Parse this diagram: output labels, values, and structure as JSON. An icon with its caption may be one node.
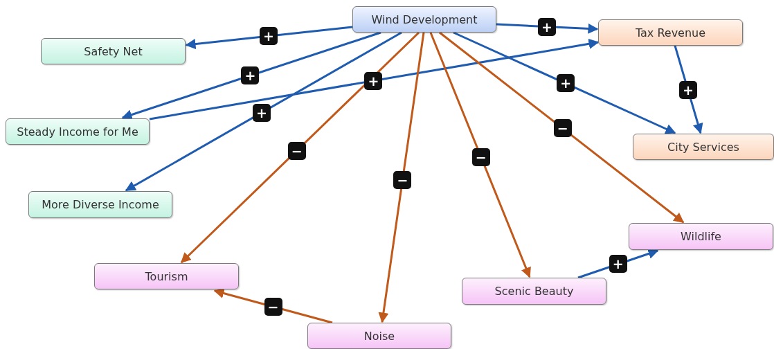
{
  "diagram": {
    "nodes": [
      {
        "text": [
          "Wind Development"
        ]
      },
      {
        "text": [
          "Safety Net"
        ]
      },
      {
        "text": [
          "Tax Revenue"
        ]
      },
      {
        "text": [
          "Steady Income for Me"
        ]
      },
      {
        "text": [
          "City Services"
        ]
      },
      {
        "text": [
          "More Diverse Income"
        ]
      },
      {
        "text": [
          "Wildlife"
        ]
      },
      {
        "text": [
          "Tourism"
        ]
      },
      {
        "text": [
          "Scenic Beauty"
        ]
      },
      {
        "text": [
          "Noise"
        ]
      }
    ],
    "edges": [
      {
        "from": 0,
        "to": 1,
        "arrow": "to",
        "label": "+"
      },
      {
        "from": 0,
        "to": 2,
        "arrow": "to",
        "label": "+"
      },
      {
        "from": 0,
        "to": 3,
        "arrow": "to",
        "label": "+"
      },
      {
        "from": 3,
        "to": 2,
        "arrow": "to",
        "label": "+"
      },
      {
        "from": 0,
        "to": 5,
        "arrow": "to",
        "label": "+"
      },
      {
        "from": 0,
        "to": 4,
        "arrow": "to",
        "label": "+"
      },
      {
        "from": 2,
        "to": 4,
        "arrow": "to",
        "label": "+"
      },
      {
        "from": 0,
        "to": 7,
        "arrow": "to",
        "label": "−",
        "color": "#c0591a"
      },
      {
        "from": 0,
        "to": 9,
        "arrow": "to",
        "label": "−",
        "color": "#c0591a"
      },
      {
        "from": 0,
        "to": 8,
        "arrow": "to",
        "label": "−",
        "color": "#c0591a"
      },
      {
        "from": 0,
        "to": 6,
        "arrow": "to",
        "label": "−",
        "color": "#c0591a"
      },
      {
        "from": 8,
        "to": 6,
        "arrow": "to",
        "label": "+"
      },
      {
        "from": 9,
        "to": 7,
        "arrow": "to",
        "label": "−",
        "color": "#c0591a"
      }
    ]
  }
}
